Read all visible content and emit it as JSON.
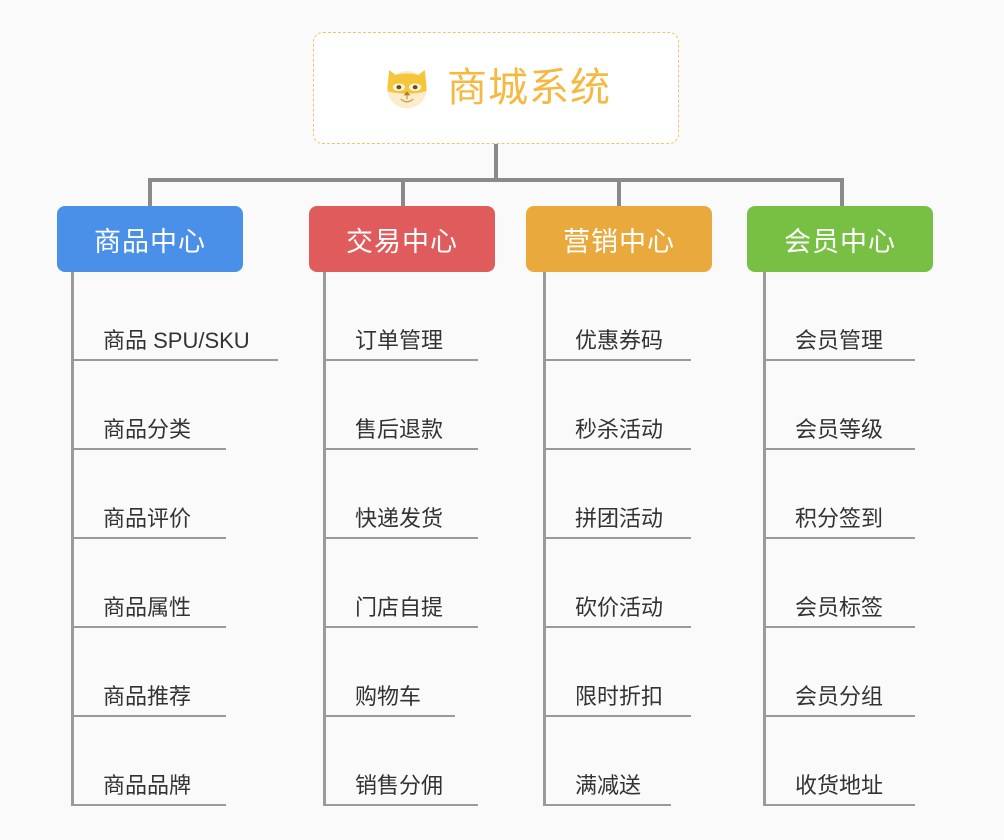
{
  "page": {
    "background_color": "#fafafa",
    "connector_color": "#8a8a8a",
    "leaf_line_color": "#9a9a9a"
  },
  "root": {
    "title": "商城系统",
    "icon": "shiba-dog-icon",
    "text_color": "#f5b942",
    "border_color": "#f0c36d",
    "background_color": "#ffffff"
  },
  "branches": [
    {
      "label": "商品中心",
      "color": "#4a90e8",
      "items": [
        {
          "label": "商品 SPU/SKU"
        },
        {
          "label": "商品分类"
        },
        {
          "label": "商品评价"
        },
        {
          "label": "商品属性"
        },
        {
          "label": "商品推荐"
        },
        {
          "label": "商品品牌"
        }
      ]
    },
    {
      "label": "交易中心",
      "color": "#e05c5c",
      "items": [
        {
          "label": "订单管理"
        },
        {
          "label": "售后退款"
        },
        {
          "label": "快递发货"
        },
        {
          "label": "门店自提"
        },
        {
          "label": "购物车"
        },
        {
          "label": "销售分佣"
        }
      ]
    },
    {
      "label": "营销中心",
      "color": "#eaa93c",
      "items": [
        {
          "label": "优惠券码"
        },
        {
          "label": "秒杀活动"
        },
        {
          "label": "拼团活动"
        },
        {
          "label": "砍价活动"
        },
        {
          "label": "限时折扣"
        },
        {
          "label": "满减送"
        }
      ]
    },
    {
      "label": "会员中心",
      "color": "#78c043",
      "items": [
        {
          "label": "会员管理"
        },
        {
          "label": "会员等级"
        },
        {
          "label": "积分签到"
        },
        {
          "label": "会员标签"
        },
        {
          "label": "会员分组"
        },
        {
          "label": "收货地址"
        }
      ]
    }
  ]
}
